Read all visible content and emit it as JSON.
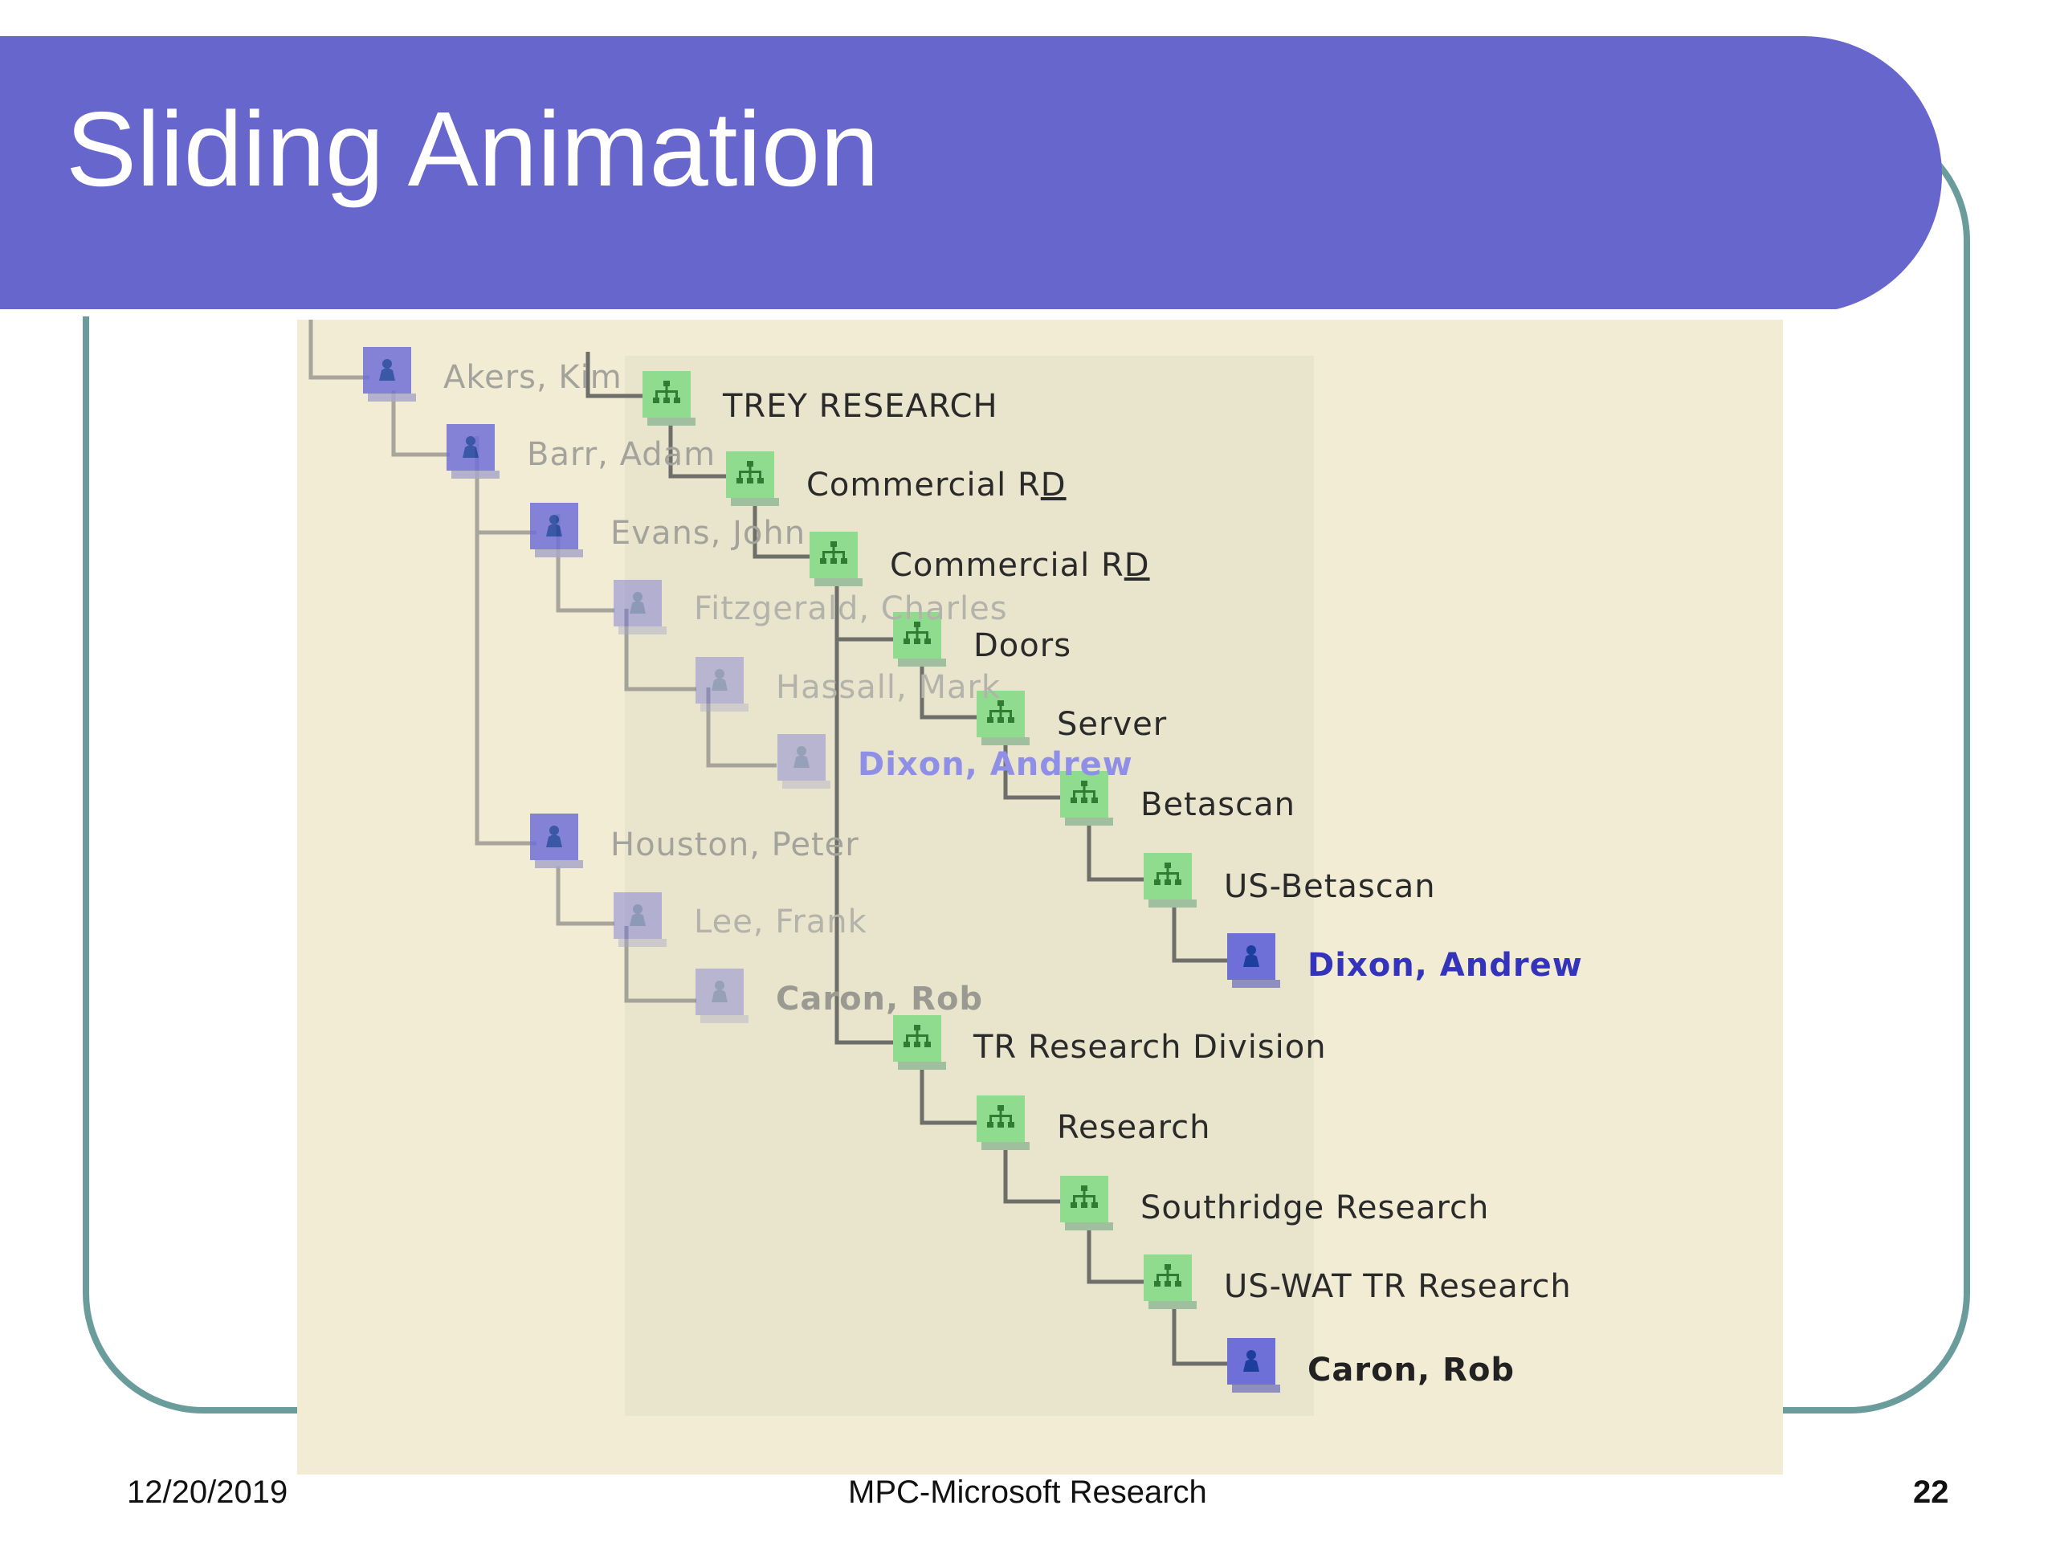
{
  "slide": {
    "title": "Sliding Animation",
    "footer": {
      "date": "12/20/2019",
      "center": "MPC-Microsoft Research",
      "page": "22"
    }
  },
  "colors": {
    "title_bar": "#6766cc",
    "frame": "#6b9c9c",
    "screenshot_bg": "#f2ecd4",
    "panel_bg": "#e9e4cc",
    "org_node": "#8fdc8f",
    "person_node": "#6f6fd8",
    "selected_text": "#3333bb"
  },
  "tree": {
    "people_faded": [
      "Akers, Kim",
      "Barr, Adam",
      "Evans, John",
      "Fitzgerald, Charles",
      "Hassall, Mark",
      "Dixon, Andrew",
      "Houston, Peter",
      "Lee, Frank",
      "Caron, Rob"
    ],
    "org_nodes": [
      "TREY RESEARCH",
      "Commercial R",
      "Commercial R",
      "Doors",
      "Server",
      "Betascan",
      "US-Betascan",
      "TR Research Division",
      "Research",
      "Southridge Research",
      "US-WAT TR Research"
    ],
    "commercial_suffix": "D",
    "selected_person": "Dixon, Andrew",
    "final_person": "Caron, Rob",
    "icons": {
      "org": "org-chart-icon",
      "person": "person-icon"
    }
  }
}
